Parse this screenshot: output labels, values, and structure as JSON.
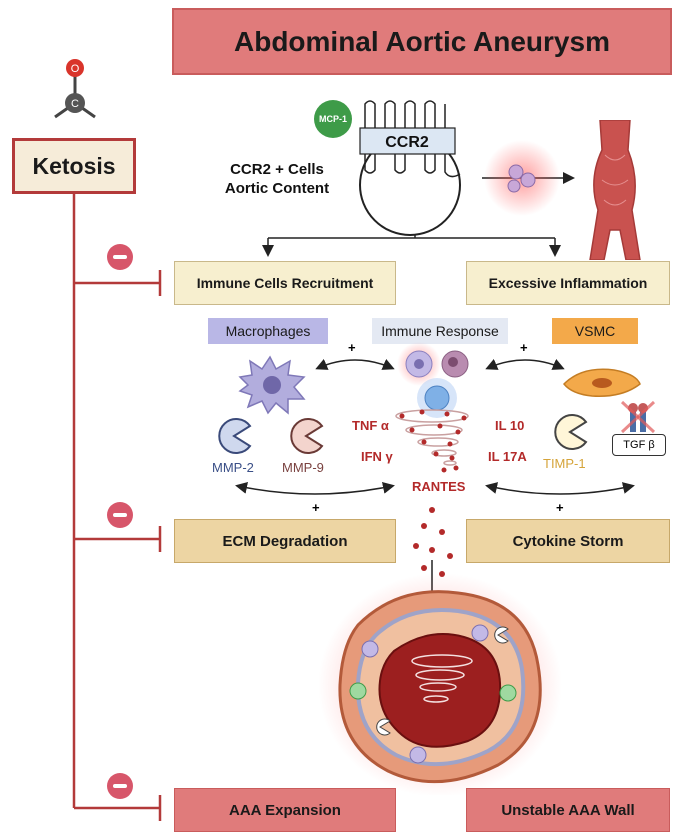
{
  "title": "Abdominal Aortic Aneurysm",
  "ketosis": "Ketosis",
  "molecule": {
    "atom_top": "O",
    "atom_center": "C"
  },
  "receptor": {
    "ligand": "MCP-1",
    "label": "CCR2",
    "caption_line1": "CCR2 + Cells",
    "caption_line2": "Aortic Content"
  },
  "boxes": {
    "recruitment": "Immune Cells Recruitment",
    "inflammation": "Excessive Inflammation",
    "ecm": "ECM Degradation",
    "cytokine": "Cytokine Storm",
    "expansion": "AAA Expansion",
    "unstable": "Unstable AAA Wall"
  },
  "cell_labels": {
    "macrophages": "Macrophages",
    "immune": "Immune Response",
    "vsmc": "VSMC"
  },
  "enzymes": {
    "mmp2": "MMP-2",
    "mmp9": "MMP-9",
    "timp1": "TIMP-1",
    "tgfb": "TGF β"
  },
  "cytokines": {
    "tnf": "TNF α",
    "ifn": "IFN γ",
    "il10": "IL 10",
    "il17": "IL 17A",
    "rantes": "RANTES"
  },
  "plus": "+",
  "colors": {
    "title": "#e07b7b",
    "minus": "#d7566a",
    "line": "#b33a3a",
    "beige": "#f7efcf",
    "tan": "#edd5a3"
  }
}
